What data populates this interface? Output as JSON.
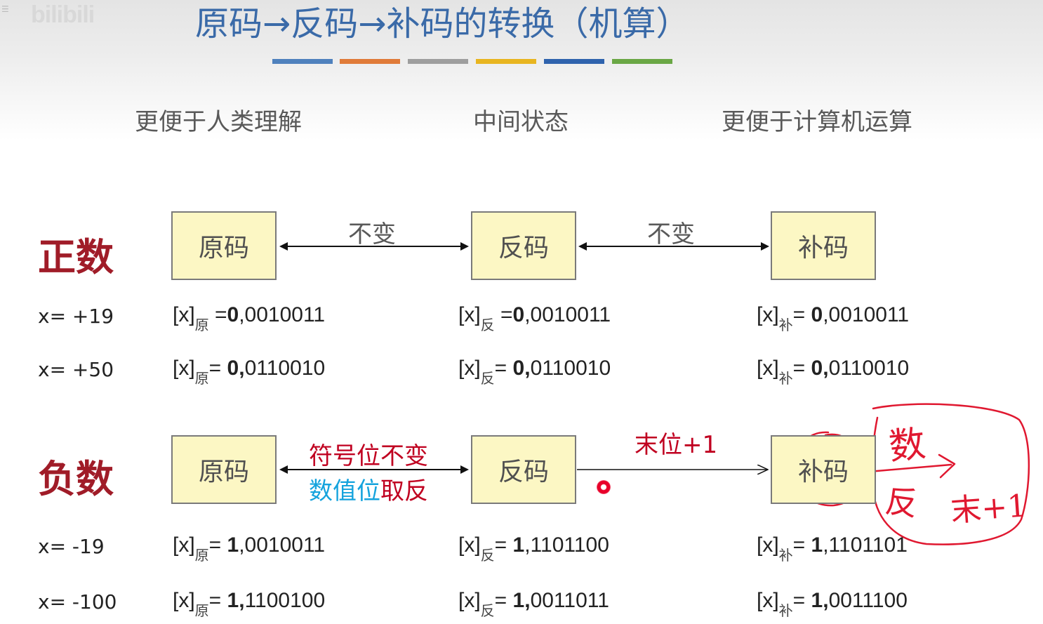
{
  "watermark": "bilibili",
  "title": "原码→反码→补码的转换（机算）",
  "title_bars": [
    "#4f81bd",
    "#e07b39",
    "#9e9e9e",
    "#e8b520",
    "#2f63ad",
    "#6aa745"
  ],
  "concepts": {
    "left": "更便于人类理解",
    "middle": "中间状态",
    "right": "更便于计算机运算"
  },
  "positive": {
    "label": "正数",
    "boxes": [
      "原码",
      "反码",
      "补码"
    ],
    "arrow1_label": "不变",
    "arrow2_label": "不变",
    "rows": [
      {
        "x": "x= +19",
        "orig": {
          "sub": "原",
          "eq": " =",
          "sign": "0",
          "rest": ",0010011"
        },
        "ones": {
          "sub": "反",
          "eq": " =",
          "sign": "0",
          "rest": ",0010011"
        },
        "twos": {
          "sub": "补",
          "eq": "= ",
          "sign": "0",
          "rest": ",0010011"
        }
      },
      {
        "x": "x= +50",
        "orig": {
          "sub": "原",
          "eq": "= ",
          "sign": "0,",
          "rest": "0110010"
        },
        "ones": {
          "sub": "反",
          "eq": "= ",
          "sign": "0,",
          "rest": "0110010"
        },
        "twos": {
          "sub": "补",
          "eq": "= ",
          "sign": "0,",
          "rest": "0110010"
        }
      }
    ]
  },
  "negative": {
    "label": "负数",
    "boxes": [
      "原码",
      "反码",
      "补码"
    ],
    "arrow1_line1": "符号位不变",
    "arrow1_line2_a": "数值位",
    "arrow1_line2_b": "取反",
    "arrow2_label": "末位+1",
    "rows": [
      {
        "x": "x= -19",
        "orig": {
          "sub": "原",
          "eq": "= ",
          "sign": "1",
          "rest": ",0010011"
        },
        "ones": {
          "sub": "反",
          "eq": "= ",
          "sign": "1",
          "rest": ",1101100"
        },
        "twos": {
          "sub": "补",
          "eq": "= ",
          "sign": "1",
          "rest": ",1101101"
        }
      },
      {
        "x": "x= -100",
        "orig": {
          "sub": "原",
          "eq": "= ",
          "sign": "1,",
          "rest": "1100100"
        },
        "ones": {
          "sub": "反",
          "eq": "= ",
          "sign": "1,",
          "rest": "0011011"
        },
        "twos": {
          "sub": "补",
          "eq": "= ",
          "sign": "1,",
          "rest": "0011100"
        }
      }
    ]
  },
  "handwriting": {
    "line1": "数",
    "line2": "反",
    "line3": "末+1"
  }
}
